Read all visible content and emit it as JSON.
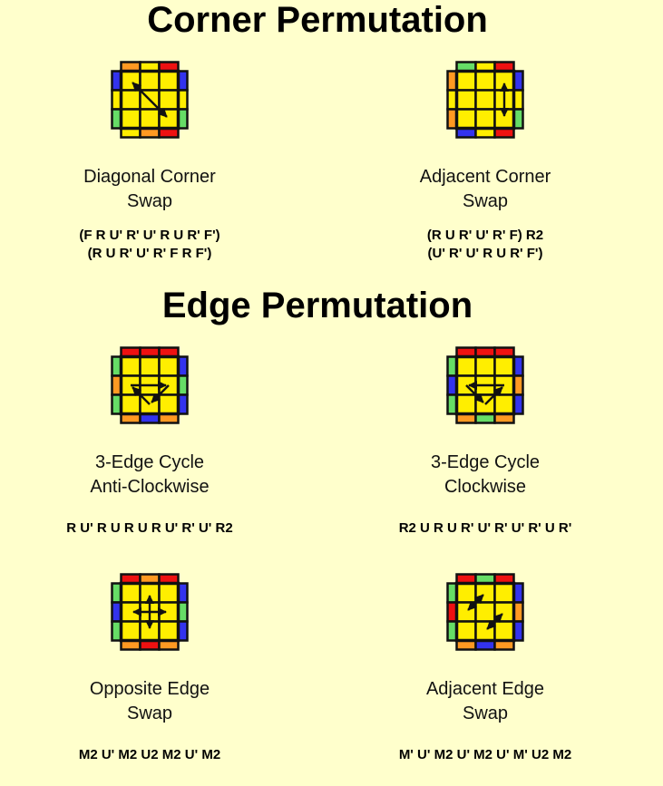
{
  "corner_section": {
    "title": "Corner Permutation"
  },
  "edge_section": {
    "title": "Edge Permutation"
  },
  "colors": {
    "yellow": "#ffee00",
    "red": "#ee1111",
    "orange": "#ff9922",
    "green": "#66dd66",
    "blue": "#3333ee",
    "outline": "#111111"
  },
  "cases": [
    {
      "id": "diag-corner",
      "caption": [
        "Diagonal Corner",
        "Swap"
      ],
      "alg": [
        "(F R U' R' U' R U R' F')",
        "(R U R' U' R' F R F')"
      ],
      "stickers": {
        "back": [
          "orange",
          "yellow",
          "red"
        ],
        "front": [
          "yellow",
          "orange",
          "red"
        ],
        "left": [
          "blue",
          "yellow",
          "green"
        ],
        "right": [
          "blue",
          "yellow",
          "green"
        ]
      },
      "arrows": [
        {
          "from": [
            0,
            0
          ],
          "to": [
            2,
            2
          ],
          "double": true
        }
      ]
    },
    {
      "id": "adj-corner",
      "caption": [
        "Adjacent Corner",
        "Swap"
      ],
      "alg": [
        "(R U R' U' R' F) R2",
        "(U' R' U' R U R' F')"
      ],
      "stickers": {
        "back": [
          "green",
          "yellow",
          "red"
        ],
        "front": [
          "blue",
          "yellow",
          "red"
        ],
        "left": [
          "orange",
          "yellow",
          "orange"
        ],
        "right": [
          "blue",
          "yellow",
          "green"
        ]
      },
      "arrows": [
        {
          "from": [
            0,
            2
          ],
          "to": [
            2,
            2
          ],
          "double": true
        }
      ]
    },
    {
      "id": "edge-ccw",
      "caption": [
        "3-Edge Cycle",
        "Anti-Clockwise"
      ],
      "alg": [
        "R U' R U R U R U' R' U' R2"
      ],
      "stickers": {
        "back": [
          "red",
          "red",
          "red"
        ],
        "front": [
          "orange",
          "blue",
          "orange"
        ],
        "left": [
          "green",
          "orange",
          "green"
        ],
        "right": [
          "blue",
          "green",
          "blue"
        ]
      },
      "arrows": [
        {
          "from": [
            1,
            0
          ],
          "to": [
            1,
            2
          ],
          "double": false
        },
        {
          "from": [
            1,
            2
          ],
          "to": [
            2,
            1
          ],
          "double": false
        },
        {
          "from": [
            2,
            1
          ],
          "to": [
            1,
            0
          ],
          "double": false
        }
      ]
    },
    {
      "id": "edge-cw",
      "caption": [
        "3-Edge Cycle",
        "Clockwise"
      ],
      "alg": [
        "R2 U R U R' U' R' U' R' U R'"
      ],
      "stickers": {
        "back": [
          "red",
          "red",
          "red"
        ],
        "front": [
          "orange",
          "green",
          "orange"
        ],
        "left": [
          "green",
          "blue",
          "green"
        ],
        "right": [
          "blue",
          "orange",
          "blue"
        ]
      },
      "arrows": [
        {
          "from": [
            1,
            2
          ],
          "to": [
            1,
            0
          ],
          "double": false
        },
        {
          "from": [
            1,
            0
          ],
          "to": [
            2,
            1
          ],
          "double": false
        },
        {
          "from": [
            2,
            1
          ],
          "to": [
            1,
            2
          ],
          "double": false
        }
      ]
    },
    {
      "id": "opp-edge",
      "caption": [
        "Opposite Edge",
        "Swap"
      ],
      "alg": [
        "M2 U' M2 U2 M2 U' M2"
      ],
      "stickers": {
        "back": [
          "red",
          "orange",
          "red"
        ],
        "front": [
          "orange",
          "red",
          "orange"
        ],
        "left": [
          "green",
          "blue",
          "green"
        ],
        "right": [
          "blue",
          "green",
          "blue"
        ]
      },
      "arrows": [
        {
          "from": [
            0,
            1
          ],
          "to": [
            2,
            1
          ],
          "double": true
        },
        {
          "from": [
            1,
            0
          ],
          "to": [
            1,
            2
          ],
          "double": true
        }
      ]
    },
    {
      "id": "adj-edge",
      "caption": [
        "Adjacent Edge",
        "Swap"
      ],
      "alg": [
        "M' U' M2 U' M2 U' M' U2 M2"
      ],
      "stickers": {
        "back": [
          "red",
          "green",
          "red"
        ],
        "front": [
          "orange",
          "blue",
          "orange"
        ],
        "left": [
          "green",
          "red",
          "green"
        ],
        "right": [
          "blue",
          "orange",
          "blue"
        ]
      },
      "arrows": [
        {
          "from": [
            1,
            0
          ],
          "to": [
            0,
            1
          ],
          "double": true
        },
        {
          "from": [
            1,
            2
          ],
          "to": [
            2,
            1
          ],
          "double": true
        }
      ]
    }
  ]
}
